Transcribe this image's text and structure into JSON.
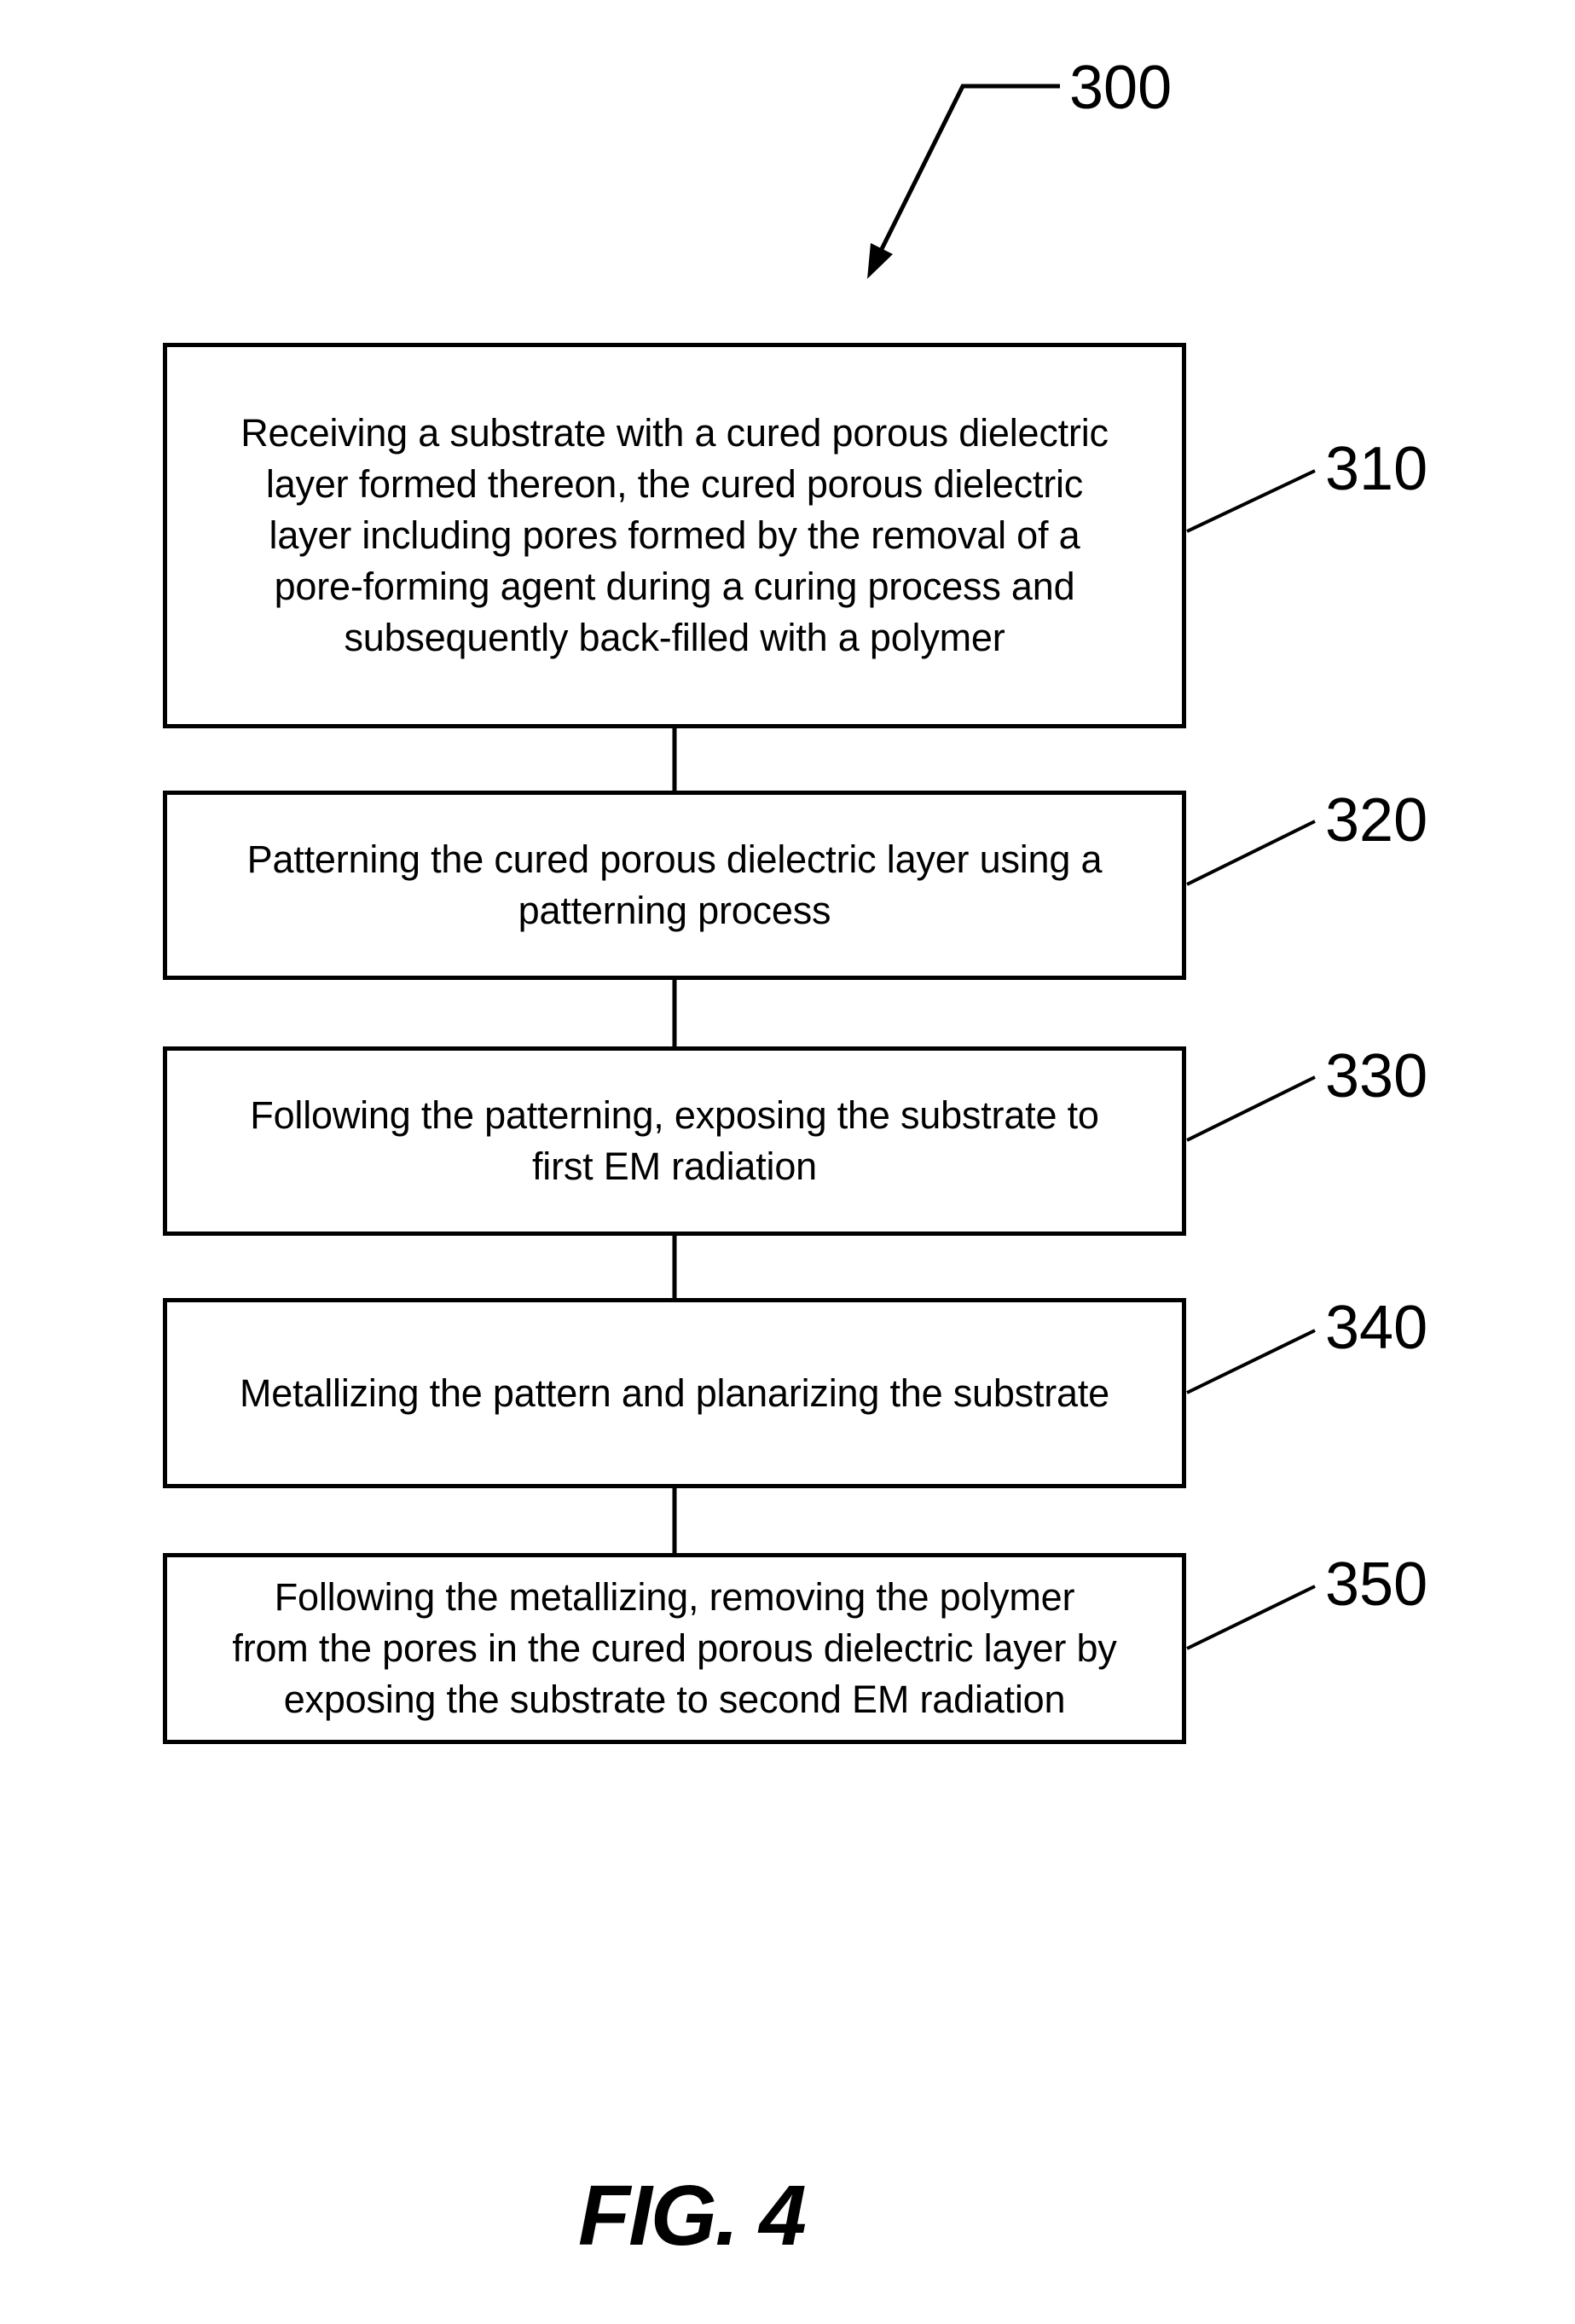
{
  "figure": {
    "reference": "300",
    "caption": "FIG. 4"
  },
  "steps": [
    {
      "ref": "310",
      "text": "Receiving a substrate with a cured porous dielectric\nlayer formed thereon, the cured porous dielectric\nlayer including pores formed by the removal of a\npore-forming agent during a curing process and\nsubsequently back-filled with a polymer"
    },
    {
      "ref": "320",
      "text": "Patterning the cured porous dielectric layer using a\npatterning process"
    },
    {
      "ref": "330",
      "text": "Following the patterning, exposing the substrate to\nfirst EM radiation"
    },
    {
      "ref": "340",
      "text": "Metallizing the pattern and planarizing the substrate"
    },
    {
      "ref": "350",
      "text": "Following the metallizing, removing the polymer\nfrom the pores in the cured porous dielectric layer by\nexposing the substrate to second EM radiation"
    }
  ]
}
